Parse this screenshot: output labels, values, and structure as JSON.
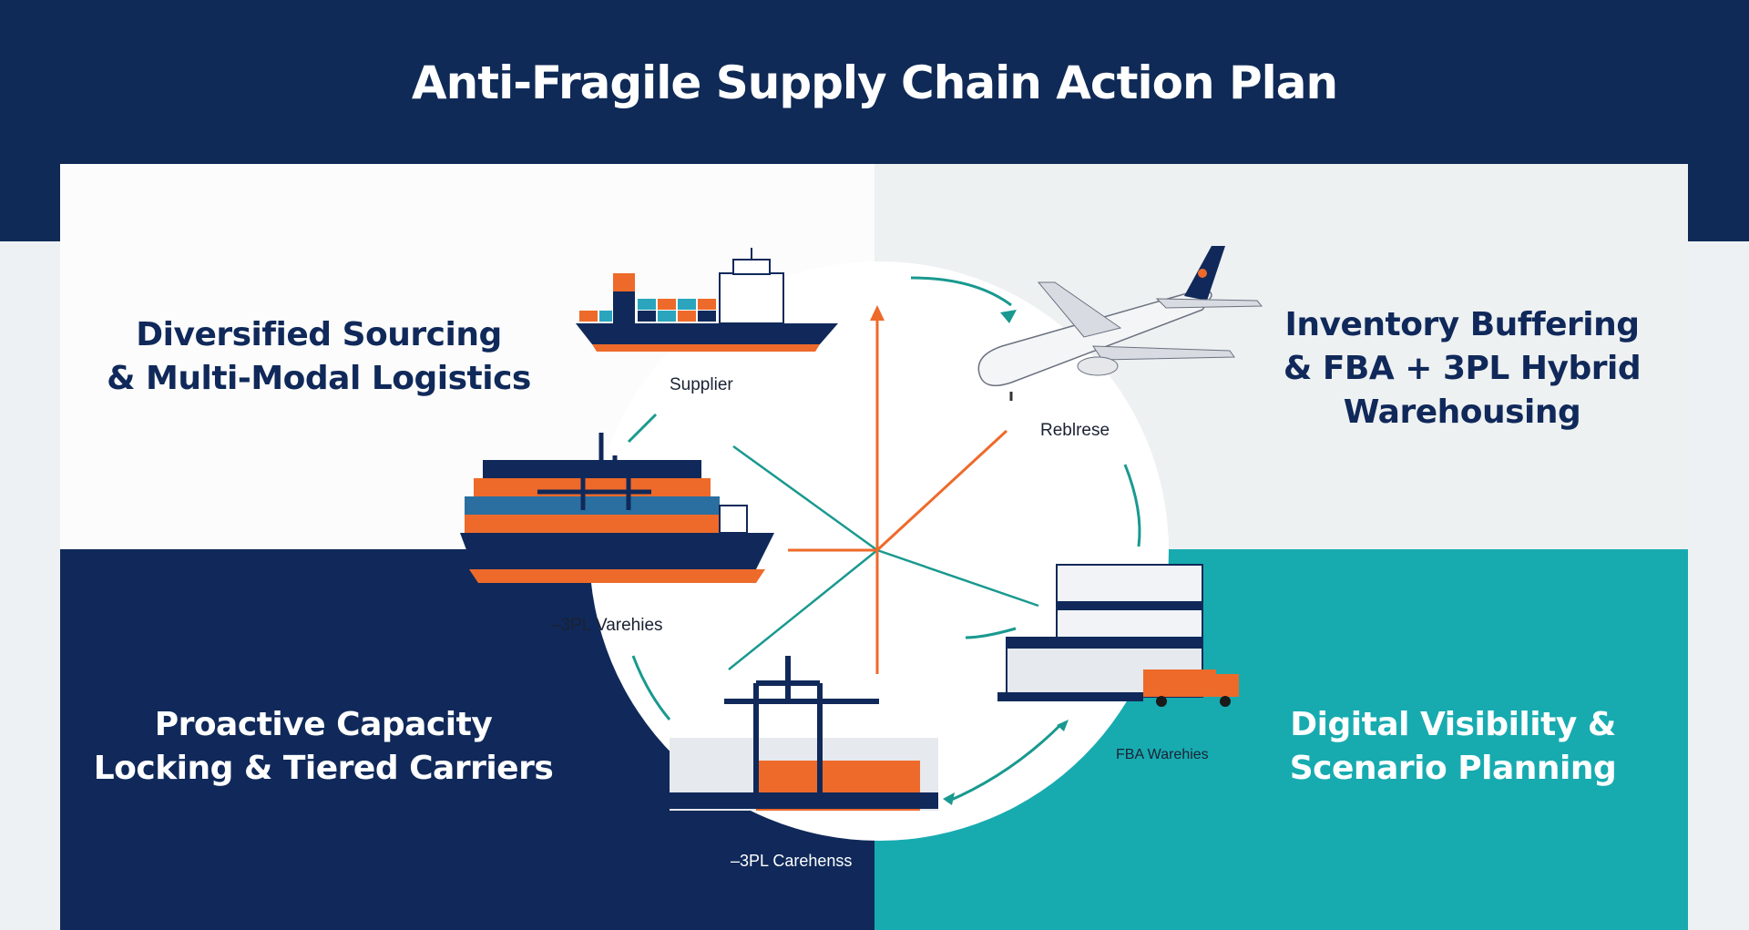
{
  "title": "Anti-Fragile Supply Chain Action Plan",
  "quadrants": {
    "top_left": {
      "heading_line1": "Diversified Sourcing",
      "heading_line2": "& Multi-Modal Logistics",
      "color": "#fbfcfb"
    },
    "top_right": {
      "heading_line1": "Inventory Buffering",
      "heading_line2": "& FBA + 3PL Hybrid",
      "heading_line3": "Warehousing",
      "color": "#eef1f2"
    },
    "bottom_left": {
      "heading_line1": "Proactive Capacity",
      "heading_line2": "Locking & Tiered Carriers",
      "color": "#10295a"
    },
    "bottom_right": {
      "heading_line1": "Digital Visibility &",
      "heading_line2": "Scenario Planning",
      "color": "#17abb0"
    }
  },
  "diagram": {
    "labels": {
      "supplier": "Supplier",
      "rebl": "Reblrese",
      "three_pl_v": "–3PL Varehies",
      "fba": "FBA Warehies",
      "three_pl_c": "–3PL Carehenss"
    },
    "icons": [
      "cargo-ship-icon",
      "airplane-icon",
      "container-ship-icon",
      "port-crane-icon",
      "warehouse-icon",
      "truck-icon"
    ],
    "colors": {
      "navy": "#10295a",
      "orange": "#ee6a2a",
      "teal": "#17abb0",
      "cycle_line": "#19998f"
    }
  }
}
